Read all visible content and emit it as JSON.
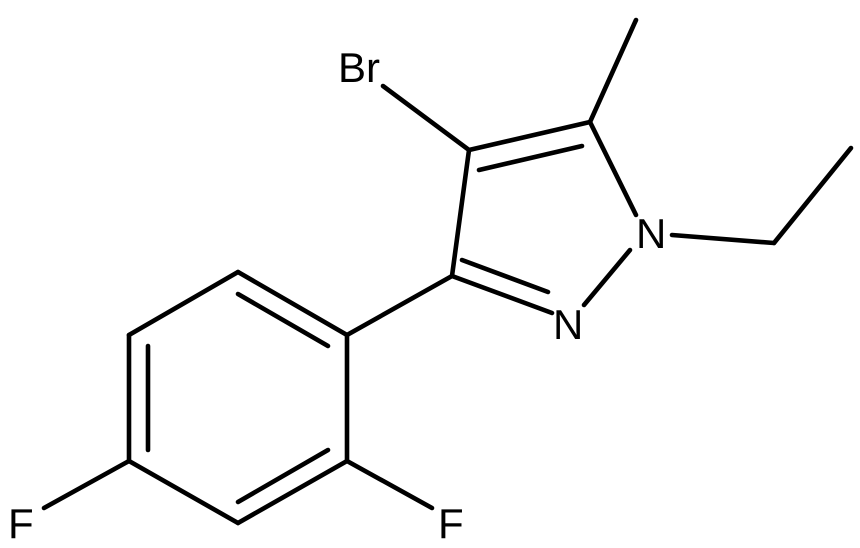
{
  "molecule": {
    "atoms": {
      "bromine": "Br",
      "nitrogen_1": "N",
      "nitrogen_2": "N",
      "fluorine_ortho": "F",
      "fluorine_para": "F"
    }
  }
}
